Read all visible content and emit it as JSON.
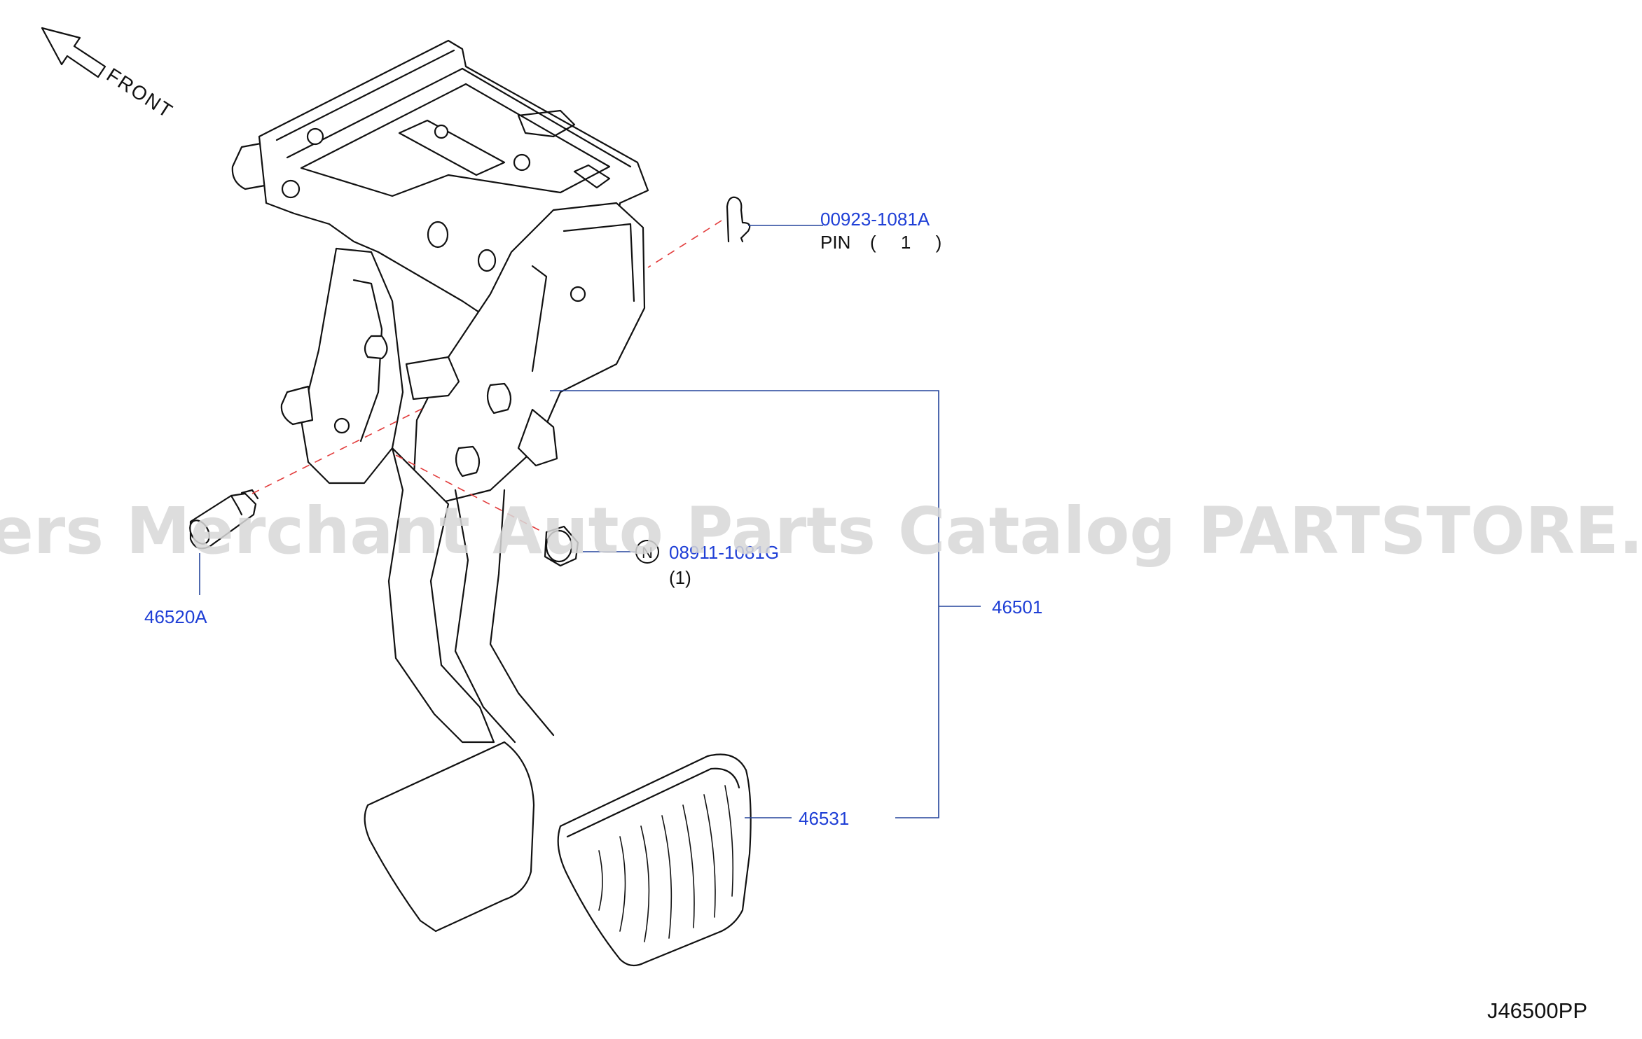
{
  "direction_label": "FRONT",
  "watermark": "Offers Merchant Auto Parts Catalog PARTSTORE.SA",
  "drawing_id": "J46500PP",
  "callouts": [
    {
      "part_number": "00923-1081A",
      "name": "PIN",
      "qty": "( 1 )"
    },
    {
      "part_number": "08911-1081G",
      "marker": "N",
      "qty": "(1)"
    },
    {
      "part_number": "46520A"
    },
    {
      "part_number": "46501"
    },
    {
      "part_number": "46531"
    }
  ],
  "colors": {
    "part_number": "#1f3fd6",
    "leader": "#24449b",
    "centerline": "#e23a3a",
    "ink": "#111111"
  },
  "icons": [
    "front-arrow-icon",
    "pin-clip-icon",
    "nut-n-marker-icon"
  ]
}
